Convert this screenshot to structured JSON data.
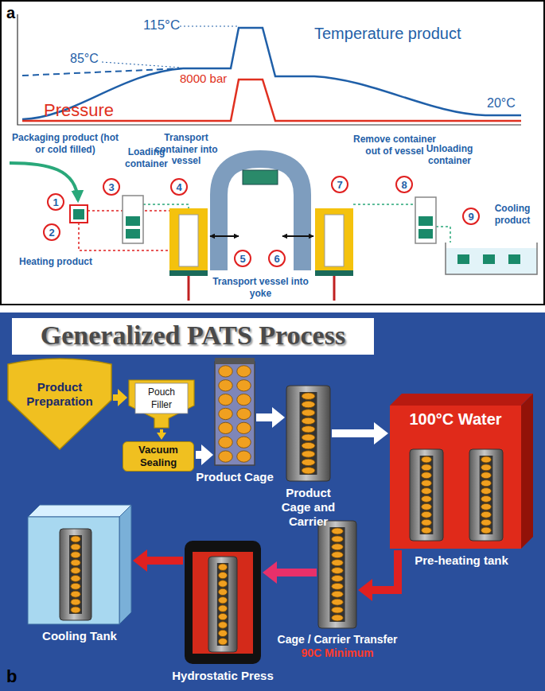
{
  "diagram": {
    "title": "Generalized PATS Process",
    "nodes": [
      {
        "text": [
          "1"
        ]
      },
      {
        "text": [
          "2"
        ]
      },
      {
        "text": [
          "3"
        ]
      },
      {
        "text": [
          "4"
        ]
      },
      {
        "text": [
          "5"
        ]
      },
      {
        "text": [
          "6"
        ]
      },
      {
        "text": [
          "7"
        ]
      },
      {
        "text": [
          "8"
        ]
      },
      {
        "text": [
          "9"
        ]
      },
      {
        "text": [
          "Product Preparation"
        ]
      },
      {
        "text": [
          "Pouch Filler"
        ]
      },
      {
        "text": [
          "Vacuum Sealing"
        ]
      },
      {
        "text": [
          "Product Cage"
        ]
      },
      {
        "text": [
          "Product Cage and Carrier"
        ]
      },
      {
        "text": [
          "100°C Water",
          "Pre-heating tank"
        ]
      },
      {
        "text": [
          "Cage / Carrier Transfer",
          "90C Minimum"
        ]
      },
      {
        "text": [
          "Hydrostatic Press"
        ]
      },
      {
        "text": [
          "Cooling Tank"
        ]
      }
    ],
    "edges": [
      {
        "from": 9,
        "to": 10,
        "arrow": "to"
      },
      {
        "from": 10,
        "to": 11,
        "arrow": "to"
      },
      {
        "from": 11,
        "to": 12,
        "arrow": "to"
      },
      {
        "from": 12,
        "to": 13,
        "arrow": "to"
      },
      {
        "from": 13,
        "to": 14,
        "arrow": "to"
      },
      {
        "from": 14,
        "to": 15,
        "arrow": "to"
      },
      {
        "from": 15,
        "to": 16,
        "arrow": "to"
      },
      {
        "from": 16,
        "to": 17,
        "arrow": "to"
      }
    ],
    "labels": [
      "a",
      "115°C",
      "Temperature product",
      "85°C",
      "8000 bar",
      "Pressure",
      "20°C",
      "Packaging product (hot or cold filled)",
      "Heating product",
      "Loading container",
      "Transport container into vessel",
      "Transport vessel into yoke",
      "Remove container out of vessel",
      "Unloading container",
      "Cooling product",
      "b"
    ]
  }
}
